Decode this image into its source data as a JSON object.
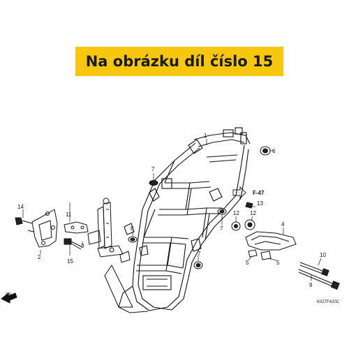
{
  "banner": {
    "text": "Na obrázku díl číslo 15",
    "color": "#f7c60f"
  },
  "callouts": {
    "c1": "1",
    "c2": "2",
    "c3": "3",
    "c4": "4",
    "c5a": "5",
    "c5b": "5",
    "c6": "6",
    "c7a": "7",
    "c7b": "7",
    "c8": "8",
    "c9": "9",
    "c10": "10",
    "c11": "11",
    "c12a": "12",
    "c12b": "12",
    "c13": "13",
    "c14": "14",
    "c15": "15"
  },
  "ref_label": "F-47",
  "front_label": "FR.",
  "diagram_code": "K027F420C",
  "icons": [
    "front-arrow-icon",
    "reference-arrow-icon"
  ]
}
